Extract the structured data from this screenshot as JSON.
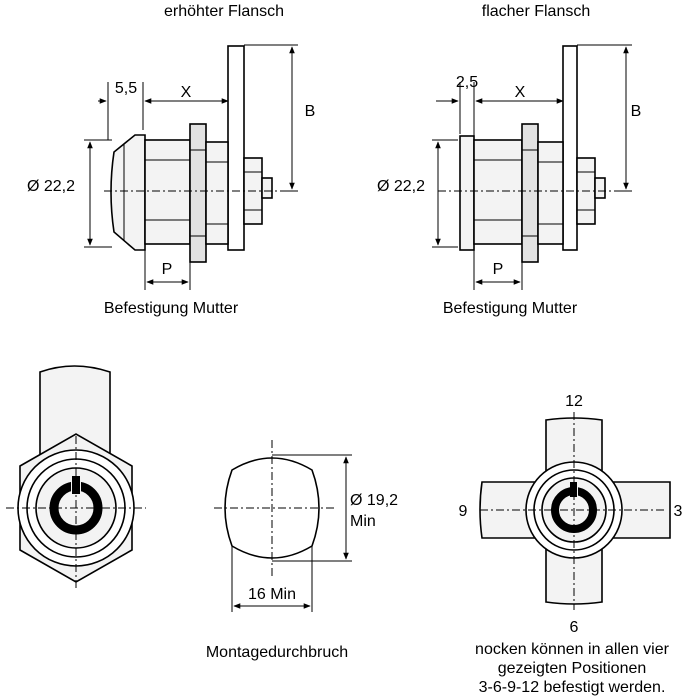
{
  "labels": {
    "top_left_title": "erhöhter Flansch",
    "top_right_title": "flacher Flansch",
    "dim_left_offset": "5,5",
    "dim_right_offset": "2,5",
    "dim_x": "X",
    "dim_b": "B",
    "dim_diameter": "Ø 22,2",
    "dim_p": "P",
    "caption_mount": "Befestigung Mutter",
    "cutout_diameter": "Ø 19,2",
    "cutout_diameter_min": "Min",
    "cutout_width": "16 Min",
    "cutout_caption": "Montagedurchbruch",
    "pos_12": "12",
    "pos_3": "3",
    "pos_6": "6",
    "pos_9": "9",
    "note_line1": "nocken können in allen vier",
    "note_line2": "gezeigten Positionen",
    "note_line3": "3-6-9-12 befestigt werden."
  }
}
